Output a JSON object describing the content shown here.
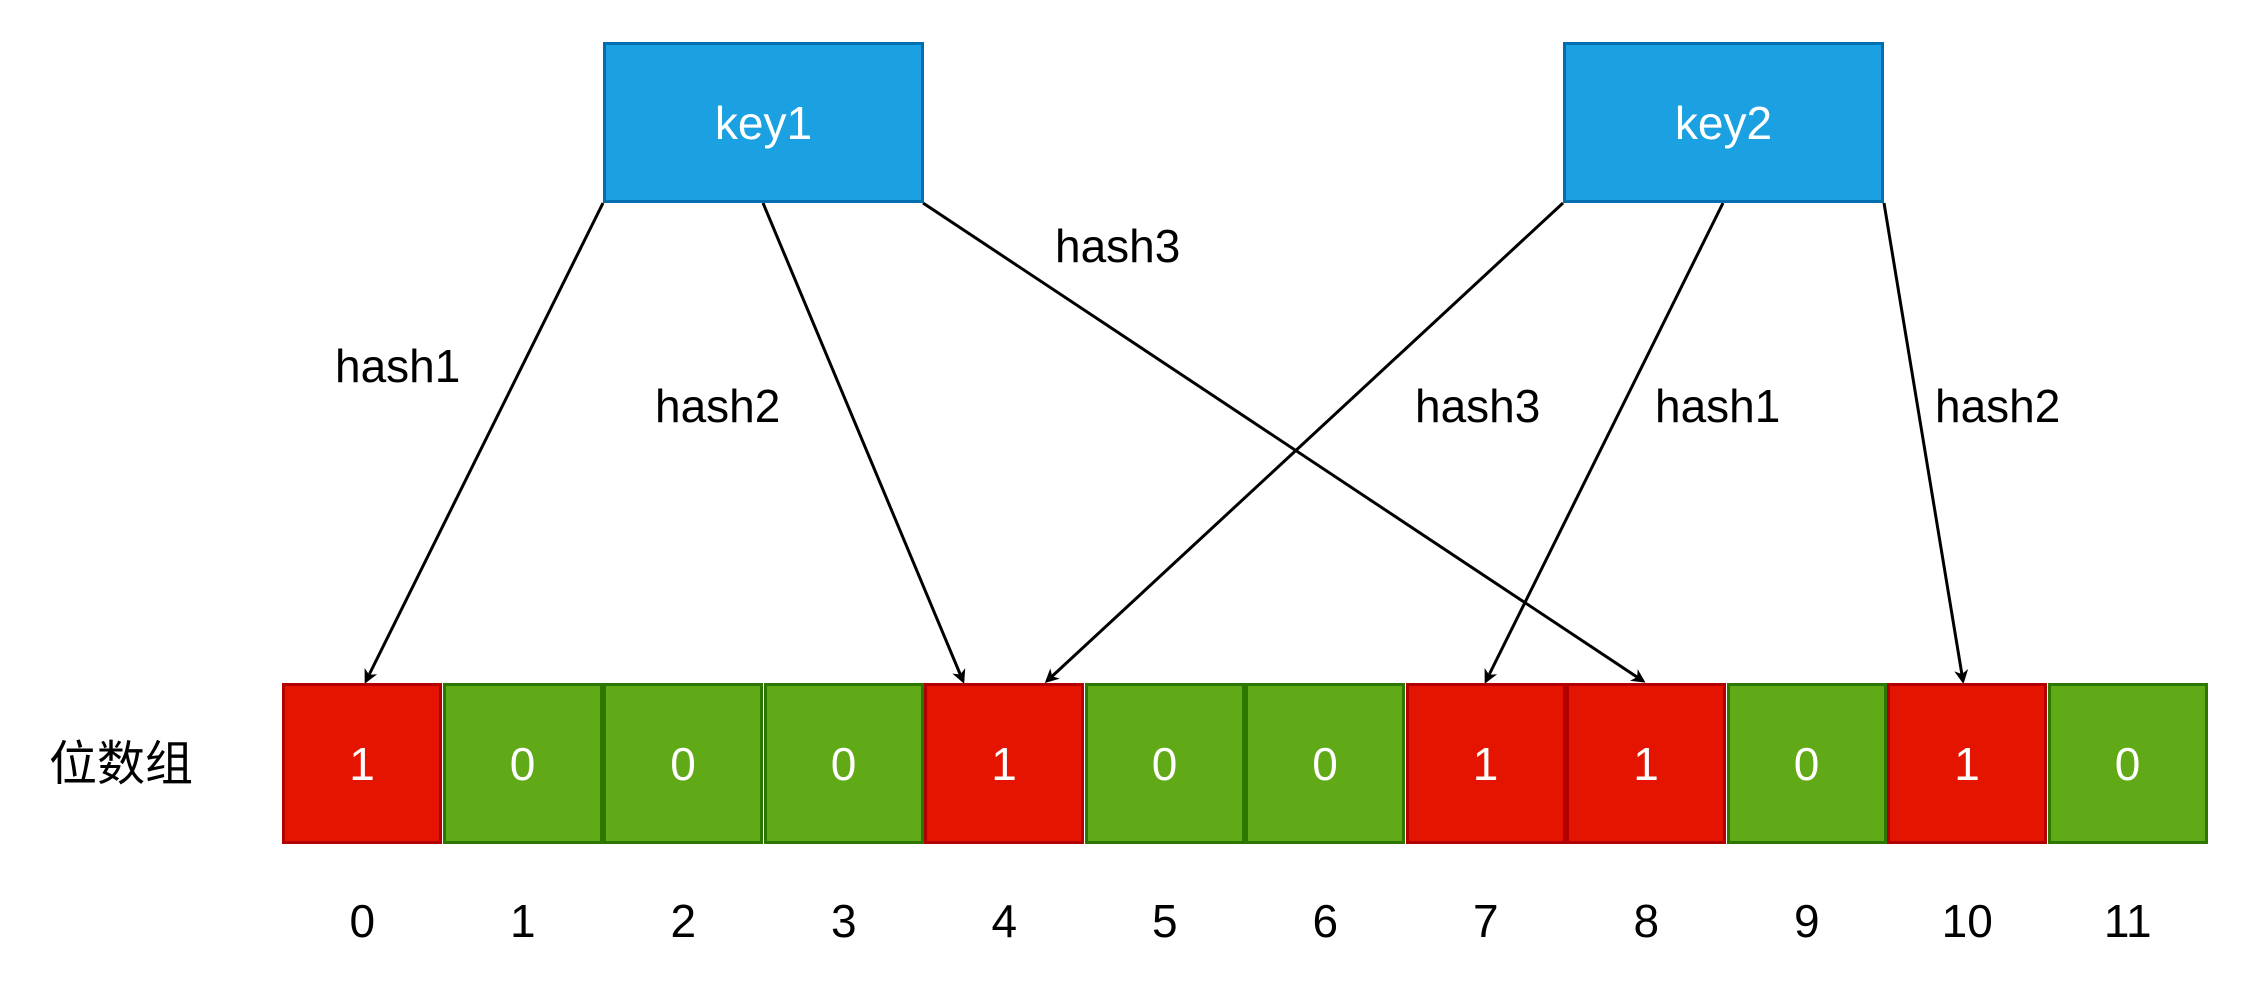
{
  "keys": [
    {
      "label": "key1",
      "color": "#1ba1e2"
    },
    {
      "label": "key2",
      "color": "#1ba1e2"
    }
  ],
  "hash_labels": {
    "key1_hash1": "hash1",
    "key1_hash2": "hash2",
    "key1_hash3": "hash3",
    "key2_hash3": "hash3",
    "key2_hash1": "hash1",
    "key2_hash2": "hash2"
  },
  "array_label": "位数组",
  "bits": [
    {
      "value": "1"
    },
    {
      "value": "0"
    },
    {
      "value": "0"
    },
    {
      "value": "0"
    },
    {
      "value": "1"
    },
    {
      "value": "0"
    },
    {
      "value": "0"
    },
    {
      "value": "1"
    },
    {
      "value": "1"
    },
    {
      "value": "0"
    },
    {
      "value": "1"
    },
    {
      "value": "0"
    }
  ],
  "indices": [
    "0",
    "1",
    "2",
    "3",
    "4",
    "5",
    "6",
    "7",
    "8",
    "9",
    "10",
    "11"
  ],
  "colors": {
    "set_fill": "#e51400",
    "set_border": "#b20000",
    "clear_fill": "#60a917",
    "clear_border": "#2d7600",
    "arrow": "#000000"
  },
  "edges": [
    {
      "from": "key1",
      "hash": "hash1",
      "to_index": 0
    },
    {
      "from": "key1",
      "hash": "hash2",
      "to_index": 4
    },
    {
      "from": "key1",
      "hash": "hash3",
      "to_index": 8
    },
    {
      "from": "key2",
      "hash": "hash3",
      "to_index": 4
    },
    {
      "from": "key2",
      "hash": "hash1",
      "to_index": 7
    },
    {
      "from": "key2",
      "hash": "hash2",
      "to_index": 10
    }
  ]
}
